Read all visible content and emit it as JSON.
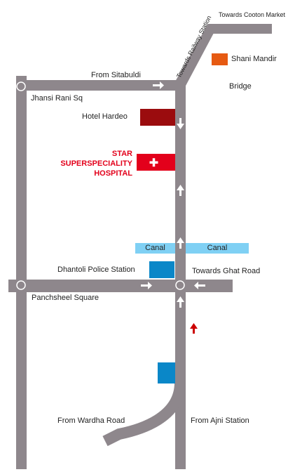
{
  "labels": {
    "towards_cotton_market": "Towards Cooton Market",
    "towards_railway_station": "Towards Railway Station",
    "shani_mandir": "Shani Mandir",
    "from_sitabuldi": "From Sitabuldi",
    "bridge": "Bridge",
    "jhansi_rani_sq": "Jhansi Rani Sq",
    "hotel_hardeo": "Hotel Hardeo",
    "hospital_line1": "STAR",
    "hospital_line2": "SUPERSPECIALITY",
    "hospital_line3": "HOSPITAL",
    "canal_left": "Canal",
    "canal_right": "Canal",
    "dhantoli_police_station": "Dhantoli Police Station",
    "towards_ghat_road": "Towards Ghat Road",
    "panchsheel_square": "Panchsheel Square",
    "from_wardha_road": "From Wardha Road",
    "from_ajni_station": "From Ajni Station"
  },
  "colors": {
    "road": "#8e878c",
    "hospital": "#e3001b",
    "hotel": "#9b0c0e",
    "shani_mandir": "#e65a12",
    "police": "#0a87c8",
    "canal": "#7fd0f4",
    "red_arrow": "#cc0000"
  },
  "icons": {
    "hospital_icon": "white-cross",
    "direction_markers": "white-arrows"
  }
}
